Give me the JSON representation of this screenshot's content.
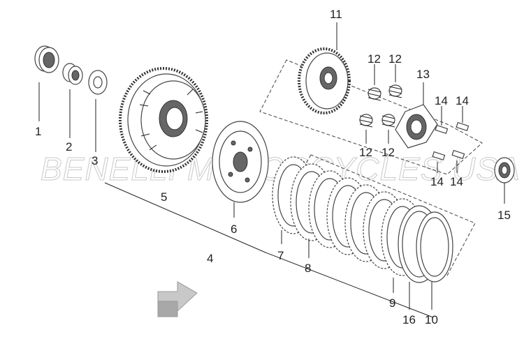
{
  "watermark": "BENELLI MOTORCYCLES USA",
  "callouts": {
    "c1": "1",
    "c2": "2",
    "c3": "3",
    "c4": "4",
    "c5": "5",
    "c6": "6",
    "c7": "7",
    "c8": "8",
    "c9": "9",
    "c10": "10",
    "c11": "11",
    "c12a": "12",
    "c12b": "12",
    "c12c": "12",
    "c12d": "12",
    "c13": "13",
    "c14a": "14",
    "c14b": "14",
    "c14c": "14",
    "c14d": "14",
    "c15": "15",
    "c16": "16"
  },
  "colors": {
    "line": "#444444",
    "shade": "#666666",
    "arrow": "#b5b5b5"
  },
  "icons": {
    "direction": "front-direction-arrow-icon"
  }
}
